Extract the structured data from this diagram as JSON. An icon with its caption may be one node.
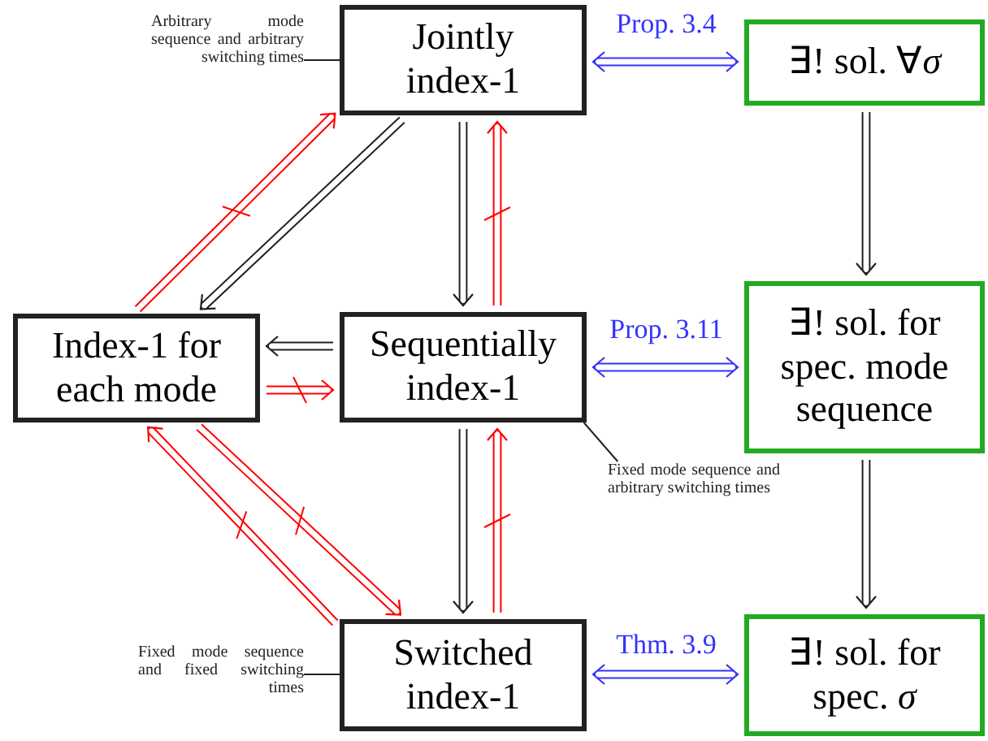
{
  "diagram": {
    "nodes": [
      {
        "text": [
          "Jointly index-1"
        ]
      },
      {
        "text": [
          "∃! sol. ∀*σ*"
        ]
      },
      {
        "text": [
          "Index-1 for each mode"
        ]
      },
      {
        "text": [
          "Sequentially index-1"
        ]
      },
      {
        "text": [
          "∃! sol. for spec. mode sequence"
        ]
      },
      {
        "text": [
          "Switched index-1"
        ]
      },
      {
        "text": [
          "∃! sol. for spec. *σ*"
        ]
      },
      {
        "text": [
          "Arbitrary mode sequence and arbitrary switching times"
        ]
      },
      {
        "text": [
          "Fixed mode sequence and arbitrary switching times"
        ]
      },
      {
        "text": [
          "Fixed mode sequence and fixed switching times"
        ]
      }
    ],
    "edges": [
      {
        "from": 0,
        "to": 2,
        "arrow": "to"
      },
      {
        "from": 2,
        "to": 0,
        "arrow": "to",
        "color": "#ff0000"
      },
      {
        "from": 0,
        "to": 3,
        "arrow": "to"
      },
      {
        "from": 3,
        "to": 0,
        "arrow": "to",
        "color": "#ff0000"
      },
      {
        "from": 0,
        "to": 1,
        "arrow": "both",
        "label": "Prop. 3.4",
        "color": "#3333ff"
      },
      {
        "from": 3,
        "to": 2,
        "arrow": "to"
      },
      {
        "from": 2,
        "to": 3,
        "arrow": "to",
        "color": "#ff0000"
      },
      {
        "from": 3,
        "to": 4,
        "arrow": "both",
        "label": "Prop. 3.11",
        "color": "#3333ff"
      },
      {
        "from": 3,
        "to": 5,
        "arrow": "to"
      },
      {
        "from": 5,
        "to": 3,
        "arrow": "to",
        "color": "#ff0000"
      },
      {
        "from": 2,
        "to": 5,
        "arrow": "to",
        "color": "#ff0000"
      },
      {
        "from": 5,
        "to": 2,
        "arrow": "to",
        "color": "#ff0000"
      },
      {
        "from": 5,
        "to": 6,
        "arrow": "both",
        "label": "Thm. 3.9",
        "color": "#3333ff"
      },
      {
        "from": 1,
        "to": 4,
        "arrow": "to"
      },
      {
        "from": 4,
        "to": 6,
        "arrow": "to"
      },
      {
        "from": 7,
        "to": 0,
        "arrow": "none"
      },
      {
        "from": 8,
        "to": 3,
        "arrow": "none"
      },
      {
        "from": 9,
        "to": 5,
        "arrow": "none"
      }
    ]
  }
}
